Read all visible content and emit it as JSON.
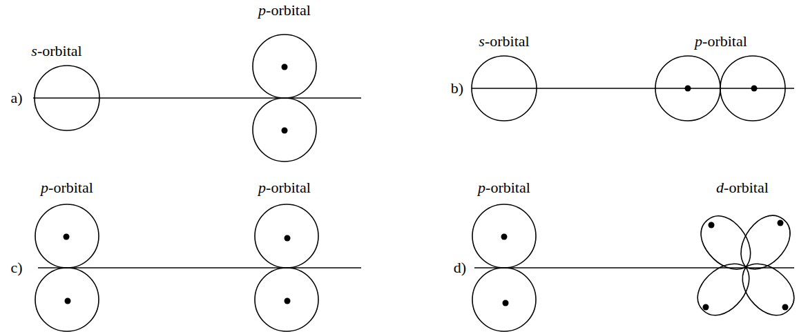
{
  "diagram": {
    "labels": [
      "s-orbital",
      "p-orbital",
      "a)",
      "s-orbital",
      "p-orbital",
      "b)",
      "p-orbital",
      "p-orbital",
      "c)",
      "p-orbital",
      "d-orbital",
      "d)"
    ]
  }
}
